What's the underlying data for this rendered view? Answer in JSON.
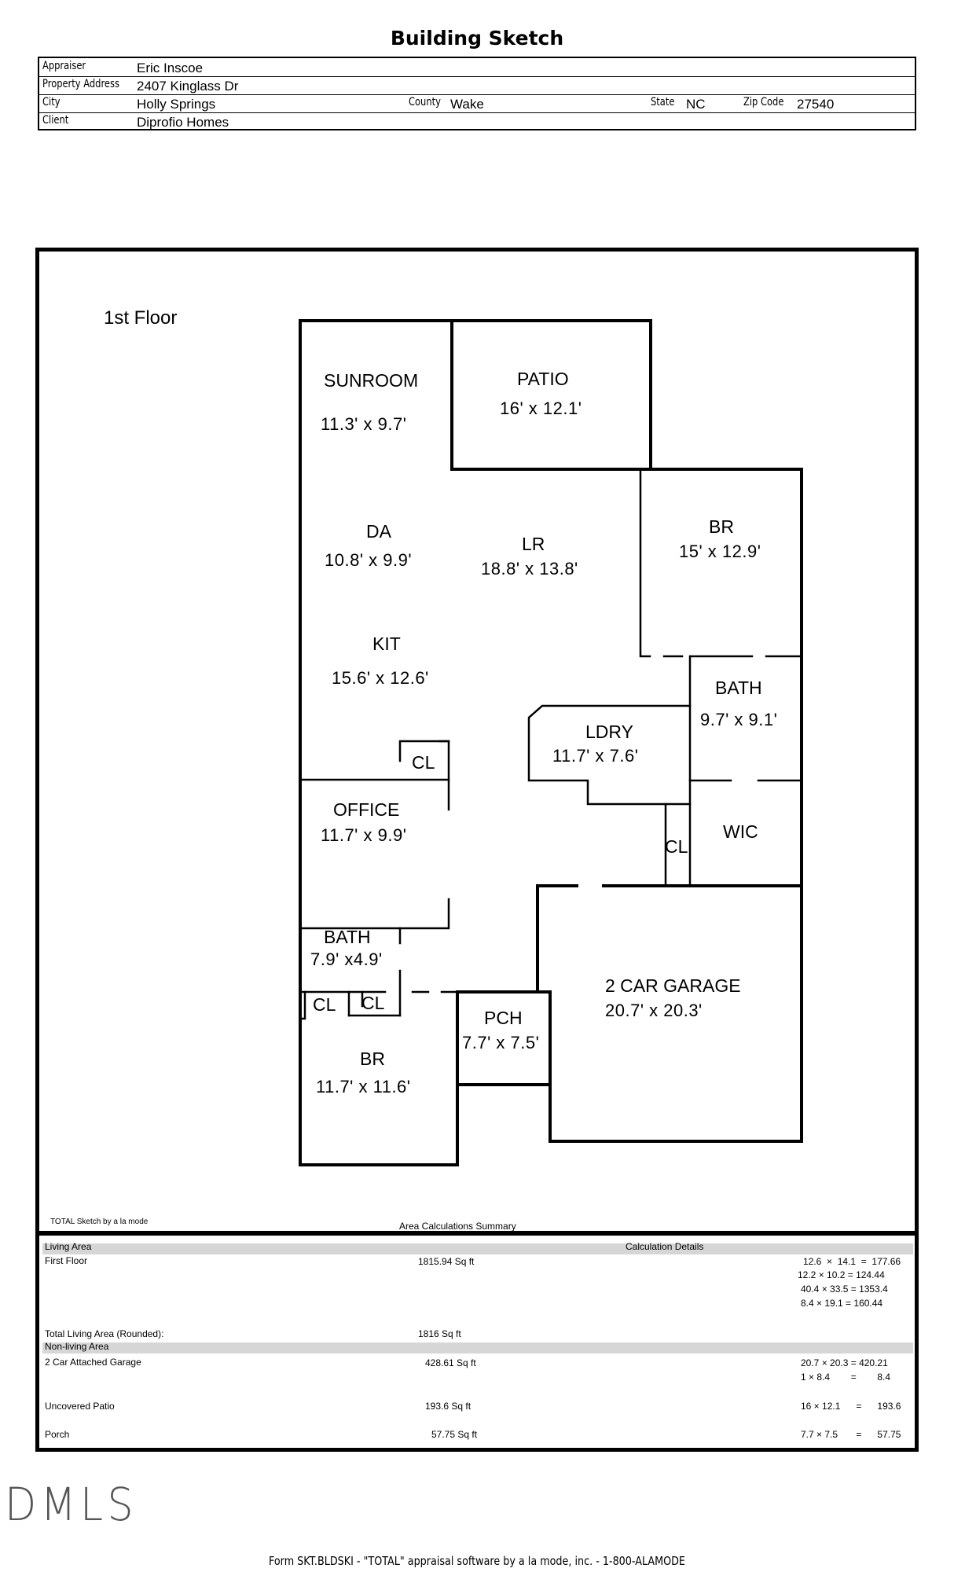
{
  "title": "Building Sketch",
  "header": {
    "appraiser_label": "Appraiser",
    "appraiser": "Eric Inscoe",
    "address_label": "Property Address",
    "address": "2407 Kinglass Dr",
    "city_label": "City",
    "city": "Holly Springs",
    "county_label": "County",
    "county": "Wake",
    "state_label": "State",
    "state": "NC",
    "zip_label": "Zip Code",
    "zip": "27540",
    "client_label": "Client",
    "client": "Diprofio Homes"
  },
  "floor_label": "1st Floor",
  "rooms": {
    "sunroom": {
      "name": "SUNROOM",
      "dim": "11.3' x 9.7'"
    },
    "patio": {
      "name": "PATIO",
      "dim": "16' x 12.1'"
    },
    "da": {
      "name": "DA",
      "dim": "10.8' x 9.9'"
    },
    "lr": {
      "name": "LR",
      "dim": "18.8' x 13.8'"
    },
    "br1": {
      "name": "BR",
      "dim": "15' x 12.9'"
    },
    "kit": {
      "name": "KIT",
      "dim": "15.6' x 12.6'"
    },
    "bath1": {
      "name": "BATH",
      "dim": "9.7' x 9.1'"
    },
    "ldry": {
      "name": "LDRY",
      "dim": "11.7' x 7.6'"
    },
    "cl1": {
      "name": "CL"
    },
    "office": {
      "name": "OFFICE",
      "dim": "11.7' x 9.9'"
    },
    "wic": {
      "name": "WIC"
    },
    "cl2": {
      "name": "CL"
    },
    "bath2": {
      "name": "BATH",
      "dim": "7.9' x4.9'"
    },
    "garage": {
      "name": "2 CAR GARAGE",
      "dim": "20.7' x 20.3'"
    },
    "cl3": {
      "name": "CL"
    },
    "cl4": {
      "name": "CL"
    },
    "pch": {
      "name": "PCH",
      "dim": "7.7' x 7.5'"
    },
    "br2": {
      "name": "BR",
      "dim": "11.7' x 11.6'"
    }
  },
  "credit": "TOTAL Sketch by a la mode",
  "area_summary": {
    "title": "Area Calculations Summary",
    "living_area_label": "Living Area",
    "calc_details_label": "Calculation Details",
    "first_floor_label": "First Floor",
    "first_floor_value": "1815.94 Sq ft",
    "first_floor_calcs": [
      "12.6  ×  14.1  =  177.66",
      "12.2 × 10.2 = 124.44",
      "40.4 × 33.5 = 1353.4",
      "8.4 × 19.1 = 160.44"
    ],
    "total_label": "Total Living Area (Rounded):",
    "total_value": "1816 Sq ft",
    "non_living_label": "Non-living Area",
    "garage_label": "2 Car Attached Garage",
    "garage_value": "428.61 Sq ft",
    "garage_calcs": [
      "20.7 × 20.3 = 420.21",
      "1 × 8.4        =        8.4"
    ],
    "patio_label": "Uncovered Patio",
    "patio_value": "193.6 Sq ft",
    "patio_calc": "16 × 12.1      =      193.6",
    "porch_label": "Porch",
    "porch_value": "57.75 Sq ft",
    "porch_calc": "7.7 × 7.5       =      57.75"
  },
  "logo": "DMLS",
  "footer": "Form SKT.BLDSKI - \"TOTAL\" appraisal software by a la mode, inc. - 1-800-ALAMODE"
}
